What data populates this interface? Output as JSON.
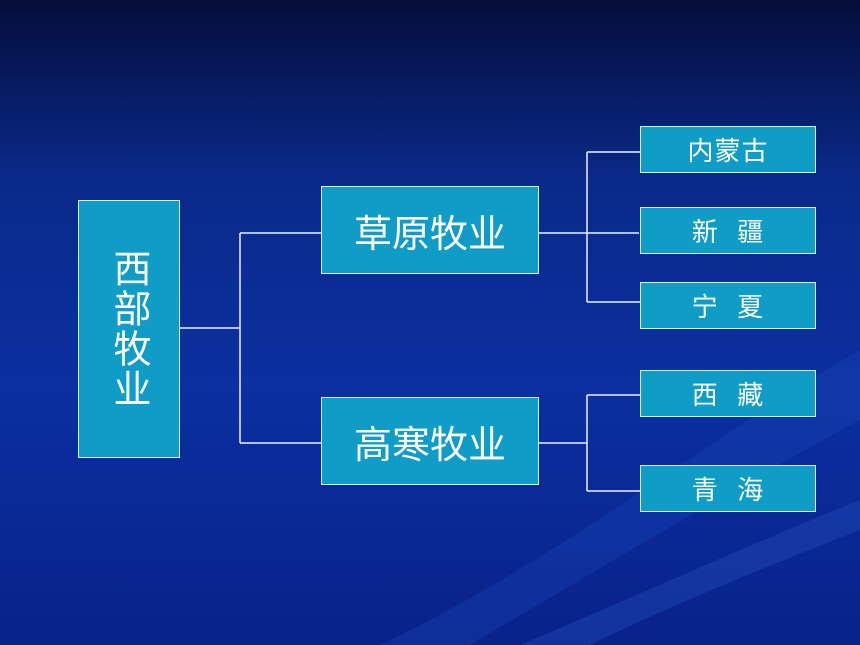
{
  "diagram": {
    "root": {
      "label": "西部牧业"
    },
    "branches": [
      {
        "label": "草原牧业",
        "children": [
          "内蒙古",
          "新  疆",
          "宁  夏"
        ]
      },
      {
        "label": "高寒牧业",
        "children": [
          "西  藏",
          "青  海"
        ]
      }
    ]
  },
  "colors": {
    "box_fill": "#0f9cc7",
    "box_border": "#d8eef8",
    "connector": "#e8f2fb",
    "background_top": "#050d3a",
    "background_bottom": "#08238a"
  }
}
